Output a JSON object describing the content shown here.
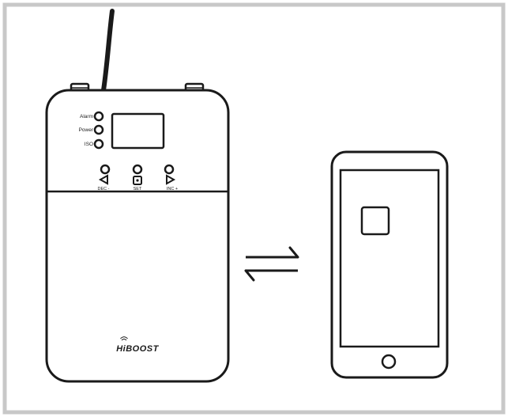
{
  "booster": {
    "indicators": [
      {
        "label": "Alarm"
      },
      {
        "label": "Power"
      },
      {
        "label": "ISO"
      }
    ],
    "buttons": [
      {
        "label": "DEC -"
      },
      {
        "label": "SET"
      },
      {
        "label": "INC +"
      }
    ],
    "brand": "HiBOOST"
  },
  "colors": {
    "frame": "#c8c8c8",
    "line": "#1a1a1a",
    "background": "#ffffff"
  },
  "icons": {
    "sync": "bidirectional-arrows-icon",
    "phone_app": "square-app-icon",
    "home_button": "home-button-icon"
  }
}
